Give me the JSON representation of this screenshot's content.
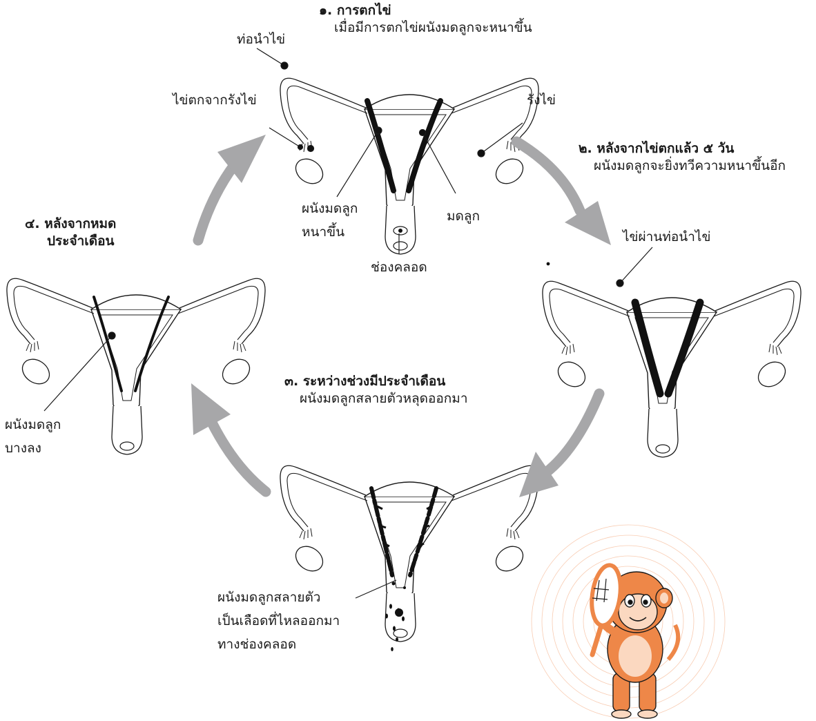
{
  "colors": {
    "arrow": "#a7a7a9",
    "outline": "#1a1a1a",
    "lining": "#111111",
    "monkey_body": "#ee8748",
    "monkey_light": "#fbd8c0",
    "halo": "#f3a273"
  },
  "stages": [
    {
      "title": "๑. การตกไข่",
      "desc": "เมื่อมีการตกไข่ผนังมดลูกจะหนาขึ้น"
    },
    {
      "title": "๒. หลังจากไข่ตกแล้ว ๕ วัน",
      "desc": "ผนังมดลูกจะยิ่งทวีความหนาขึ้นอีก"
    },
    {
      "title": "๓. ระหว่างช่วงมีประจำเดือน",
      "desc": "ผนังมดลูกสลายตัวหลุดออกมา"
    },
    {
      "title_lines": [
        "๔. หลังจากหมด",
        "ประจำเดือน"
      ]
    }
  ],
  "labels": {
    "fallopian_tube": "ท่อนำไข่",
    "egg_released": "ไข่ตกจากรังไข่",
    "ovary": "รังไข่",
    "thick_wall": [
      "ผนังมดลูก",
      "หนาขึ้น"
    ],
    "uterus": "มดลูก",
    "vaginal_canal": "ช่องคลอด",
    "egg_in_tube": "ไข่ผ่านท่อนำไข่",
    "thin_wall": [
      "ผนังมดลูก",
      "บางลง"
    ],
    "shedding_wall": [
      "ผนังมดลูกสลายตัว",
      "เป็นเลือดที่ไหลออกมา",
      "ทางช่องคลอด"
    ]
  },
  "icons": [
    "cycle-arrow-icon",
    "monkey-mascot-icon",
    "magnifier-icon"
  ]
}
